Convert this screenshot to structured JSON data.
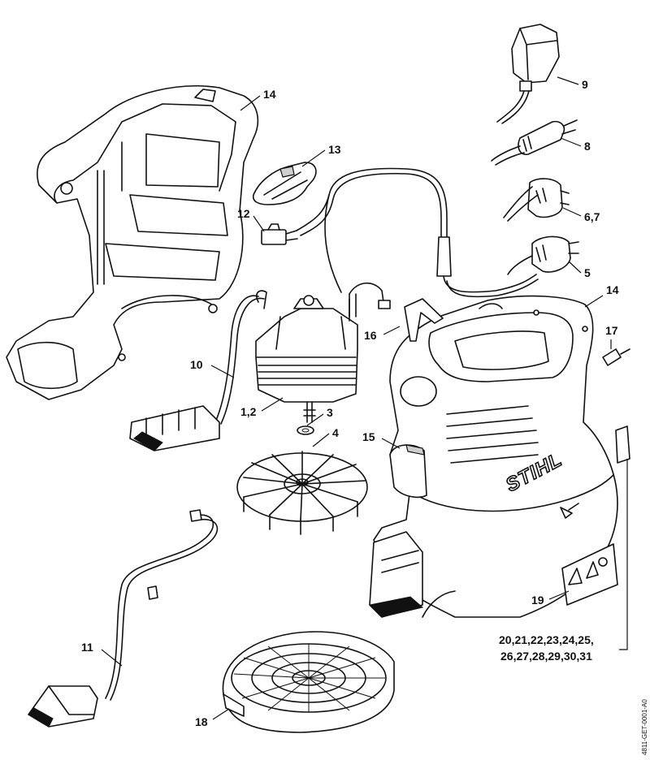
{
  "labels": {
    "p14_top": "14",
    "p13": "13",
    "p12": "12",
    "p9": "9",
    "p8": "8",
    "p67": "6,7",
    "p5": "5",
    "p14_right": "14",
    "p17": "17",
    "p16": "16",
    "p10": "10",
    "p12_motor": "1,2",
    "p3": "3",
    "p4": "4",
    "p15": "15",
    "p19": "19",
    "p11": "11",
    "p18": "18",
    "decals_line1": "20,21,22,23,24,25,",
    "decals_line2": "26,27,28,29,30,31"
  },
  "brand_logo": "STIHL",
  "drawing_code": "4811-GET-0001-A0"
}
